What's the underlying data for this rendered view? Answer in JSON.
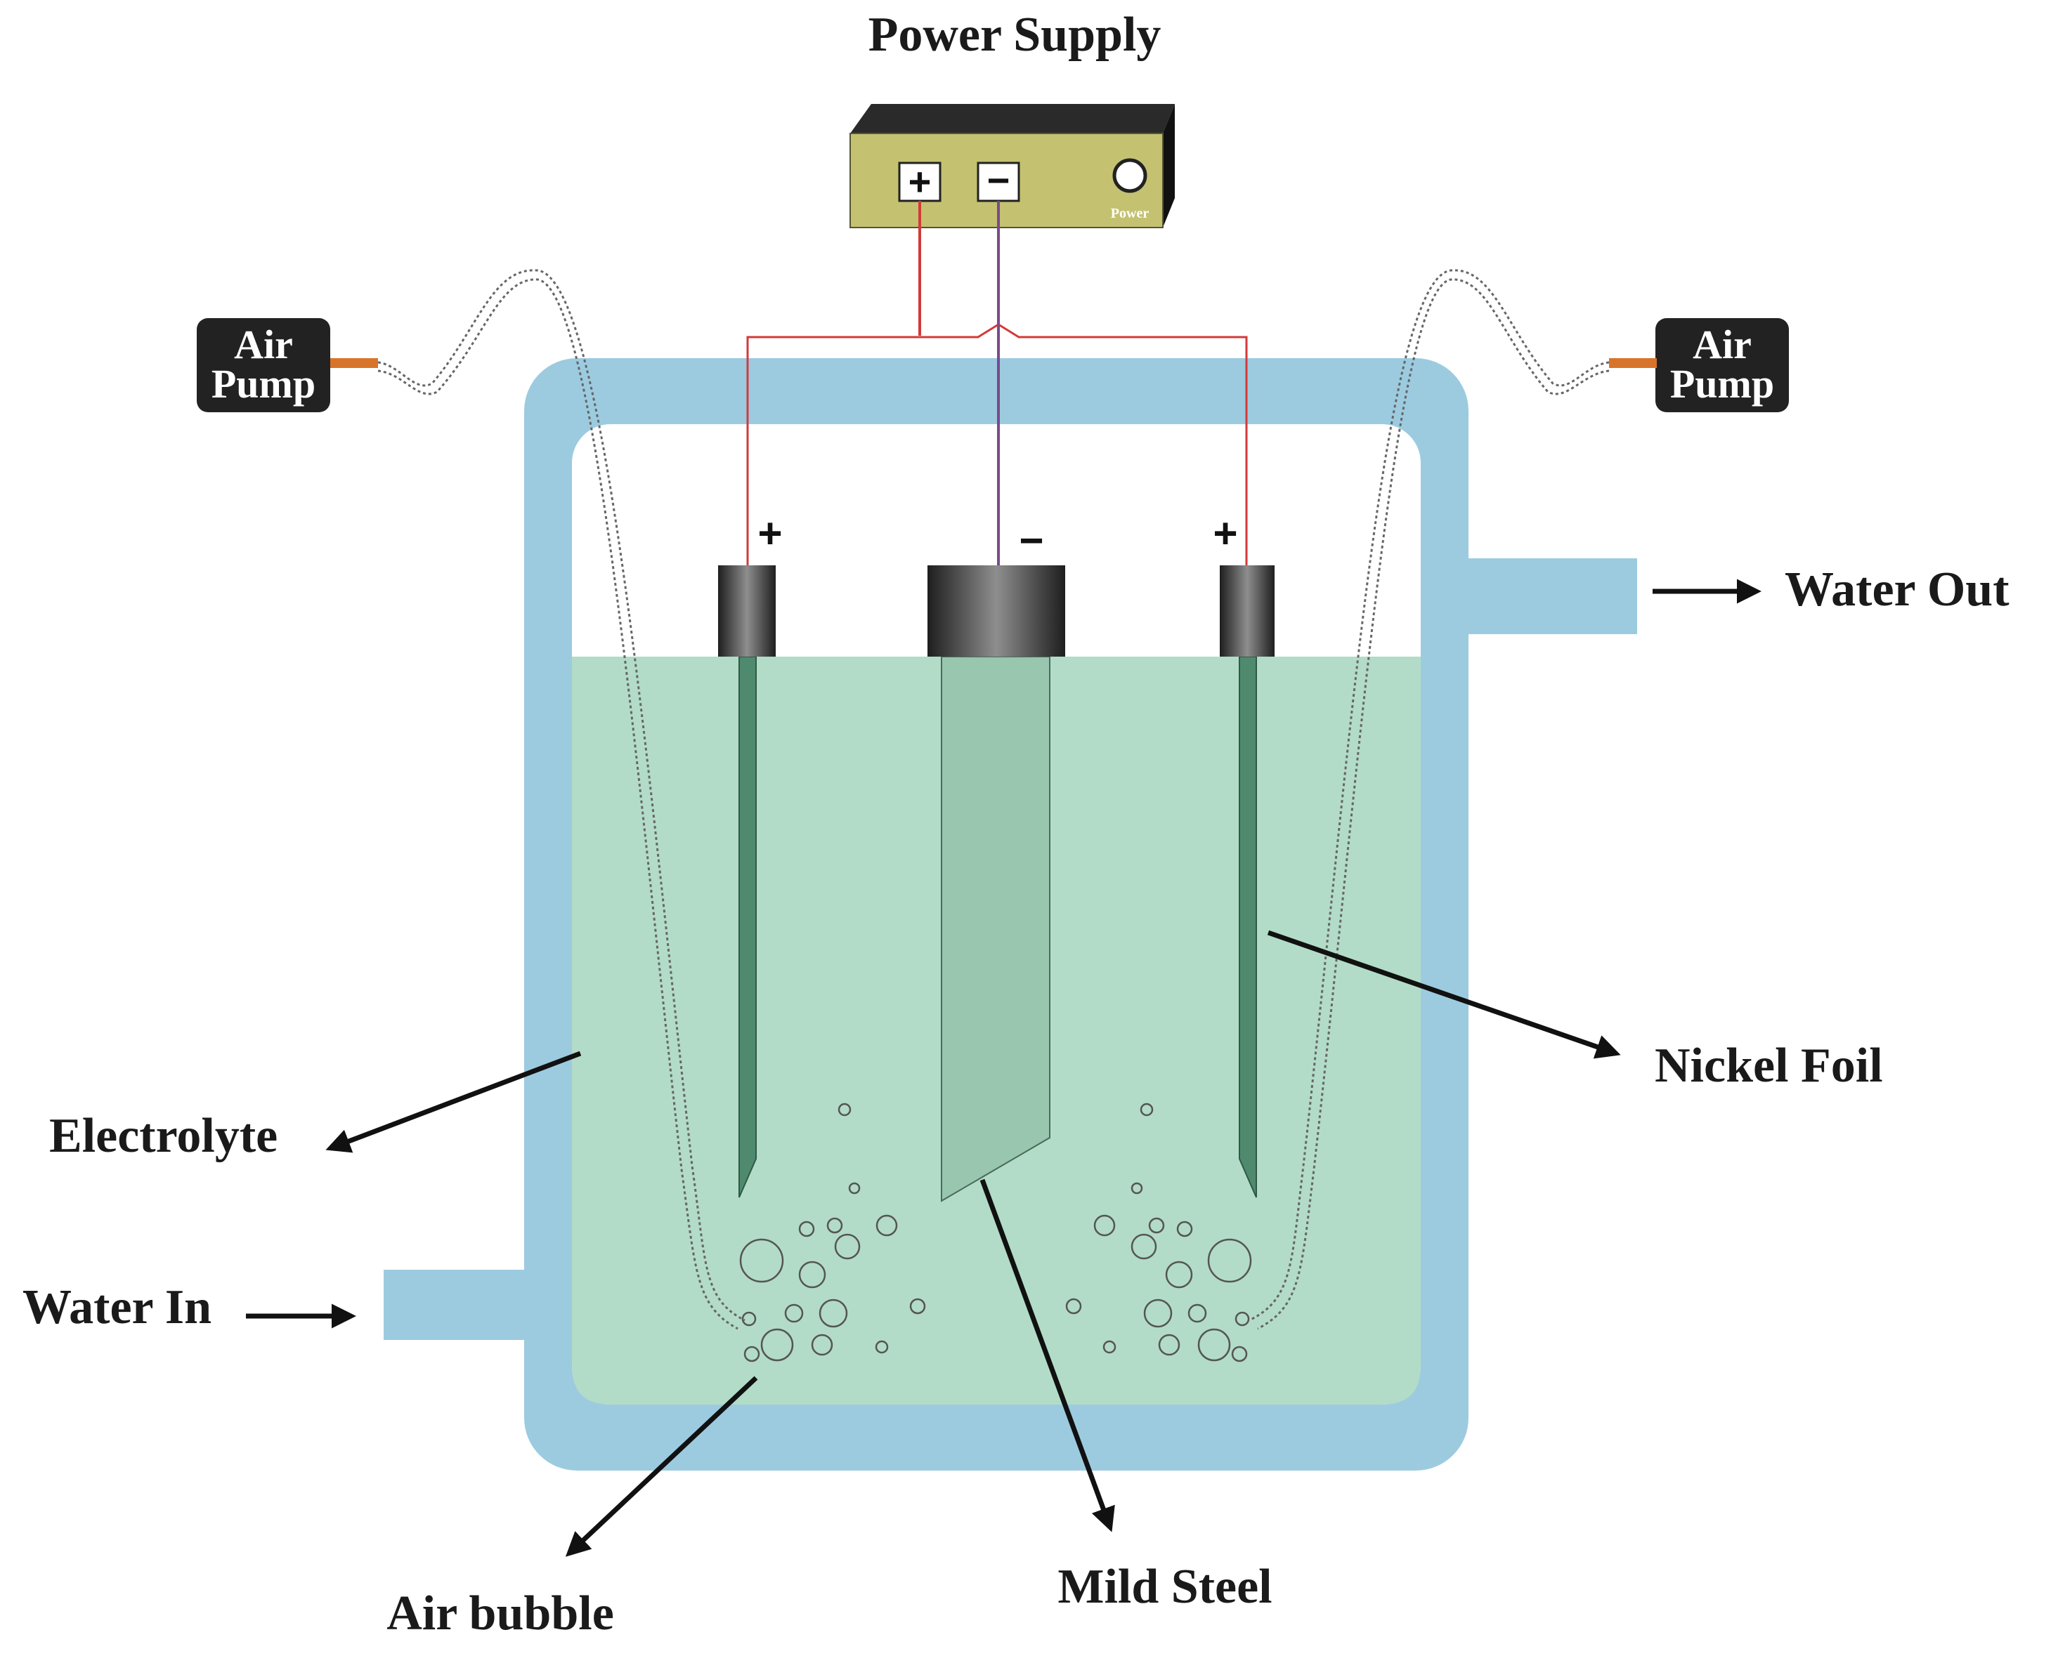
{
  "labels": {
    "power_supply": "Power Supply",
    "power_button": "Power",
    "plus": "+",
    "minus": "−",
    "air_pump_line1": "Air",
    "air_pump_line2": "Pump",
    "water_out": "Water Out",
    "water_in": "Water In",
    "electrolyte": "Electrolyte",
    "nickel_foil": "Nickel Foil",
    "mild_steel": "Mild Steel",
    "air_bubble": "Air bubble"
  },
  "colors": {
    "tank_jacket": "#9ccbe0",
    "electrolyte": "#b2dcc7",
    "mild_steel": "#98c6ae",
    "nickel_foil": "#4f8a6e",
    "power_supply_face": "#c4c270",
    "wire_positive": "#d23a3a",
    "wire_negative": "#7a4a8c",
    "air_pump_body": "#222222",
    "air_pump_nozzle": "#d8742a"
  }
}
